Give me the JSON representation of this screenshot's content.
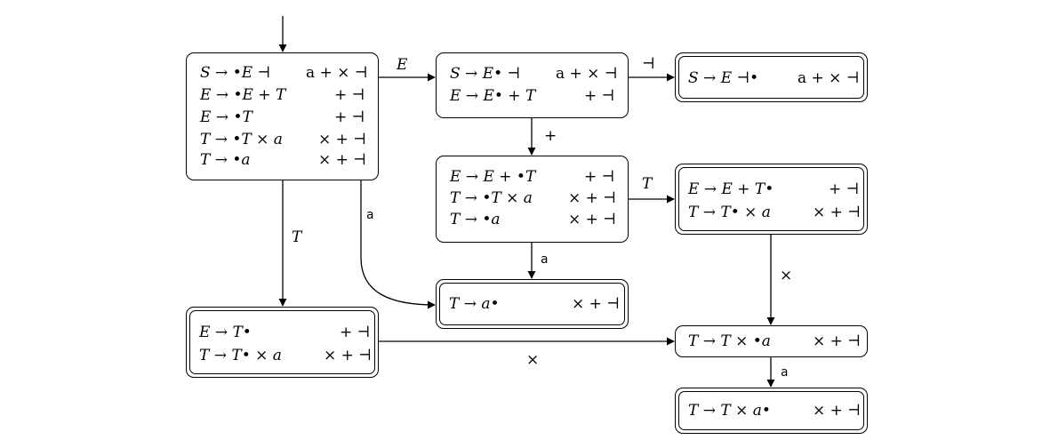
{
  "states": {
    "s0": {
      "items": [
        {
          "rule": "S → •E ⊣",
          "lookahead": "a + × ⊣"
        },
        {
          "rule": "E → •E + T",
          "lookahead": "+ ⊣"
        },
        {
          "rule": "E → •T",
          "lookahead": "+ ⊣"
        },
        {
          "rule": "T → •T × a",
          "lookahead": "× + ⊣"
        },
        {
          "rule": "T → •a",
          "lookahead": "× + ⊣"
        }
      ]
    },
    "s1": {
      "items": [
        {
          "rule": "S → E• ⊣",
          "lookahead": "a + × ⊣"
        },
        {
          "rule": "E → E• + T",
          "lookahead": "+ ⊣"
        }
      ]
    },
    "s2": {
      "items": [
        {
          "rule": "S → E ⊣•",
          "lookahead": "a + × ⊣"
        }
      ]
    },
    "s3": {
      "items": [
        {
          "rule": "E → E + •T",
          "lookahead": "+ ⊣"
        },
        {
          "rule": "T → •T × a",
          "lookahead": "× + ⊣"
        },
        {
          "rule": "T → •a",
          "lookahead": "× + ⊣"
        }
      ]
    },
    "s4": {
      "items": [
        {
          "rule": "E → E + T•",
          "lookahead": "+ ⊣"
        },
        {
          "rule": "T → T• × a",
          "lookahead": "× + ⊣"
        }
      ]
    },
    "s5": {
      "items": [
        {
          "rule": "T → a•",
          "lookahead": "× + ⊣"
        }
      ]
    },
    "s6": {
      "items": [
        {
          "rule": "E → T•",
          "lookahead": "+ ⊣"
        },
        {
          "rule": "T → T• × a",
          "lookahead": "× + ⊣"
        }
      ]
    },
    "s7": {
      "items": [
        {
          "rule": "T → T × •a",
          "lookahead": "× + ⊣"
        }
      ]
    },
    "s8": {
      "items": [
        {
          "rule": "T → T × a•",
          "lookahead": "× + ⊣"
        }
      ]
    }
  },
  "edge_labels": {
    "s0_s1": "E",
    "s1_s2": "⊣",
    "s1_s3": "+",
    "s3_s4": "T",
    "s3_s5": "a",
    "s0_s5": "a",
    "s0_s6": "T",
    "s4_s7": "×",
    "s6_s7": "×",
    "s7_s8": "a"
  }
}
